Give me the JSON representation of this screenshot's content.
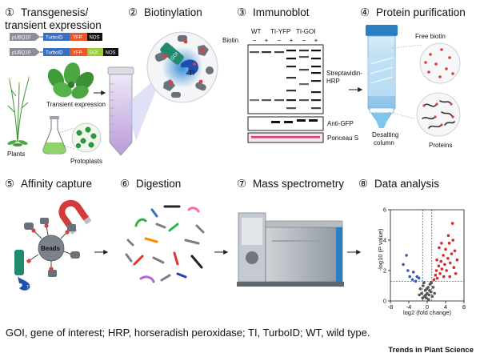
{
  "steps": {
    "s1": {
      "num": "①",
      "title_line1": "Transgenesis/",
      "title_line2": "transient expression"
    },
    "s2": {
      "num": "②",
      "title": "Biotinylation"
    },
    "s3": {
      "num": "③",
      "title": "Immunoblot"
    },
    "s4": {
      "num": "④",
      "title": "Protein purification"
    },
    "s5": {
      "num": "⑤",
      "title": "Affinity capture"
    },
    "s6": {
      "num": "⑥",
      "title": "Digestion"
    },
    "s7": {
      "num": "⑦",
      "title": "Mass spectrometry"
    },
    "s8": {
      "num": "⑧",
      "title": "Data analysis"
    }
  },
  "constructs": {
    "c1": {
      "promoter": "pUBQ10",
      "parts": [
        "TurboID",
        "YFP",
        "NOS"
      ]
    },
    "c2": {
      "promoter": "pUBQ10",
      "parts": [
        "TurboID",
        "YFP",
        "GOI",
        "NOS"
      ]
    }
  },
  "labels": {
    "transient": "Transient expression",
    "plants": "Plants",
    "protoplasts": "Protoplasts",
    "goi_tag": "GOI",
    "ti_tag": "TI",
    "biotin": "Biotin",
    "free_biotin": "Free biotin",
    "desalting_line1": "Desalting",
    "desalting_line2": "column",
    "proteins": "Proteins",
    "beads": "Beads",
    "bait": "Bait"
  },
  "blot": {
    "groups": [
      "WT",
      "TI-YFP",
      "TI-GOI"
    ],
    "lane_signs": [
      "−",
      "+",
      "−",
      "+",
      "−",
      "+"
    ],
    "strep_line1": "Streptavidin-",
    "strep_line2": "HRP",
    "antigfp": "Anti-GFP",
    "ponceau": "Ponceau S"
  },
  "chart_data": {
    "type": "scatter",
    "xlabel": "log2 (fold change)",
    "ylabel": "-log10 (P value)",
    "xlim": [
      -8,
      8
    ],
    "ylim": [
      0,
      6
    ],
    "xticks": [
      "-8",
      "-4",
      "0",
      "4",
      "8"
    ],
    "yticks": [
      "0",
      "2",
      "4",
      "6"
    ],
    "thresholds": {
      "x": [
        -1,
        1
      ],
      "y": 1.3
    },
    "series": [
      {
        "color": "#3b5ca8",
        "points": [
          [
            -5.2,
            2.4
          ],
          [
            -4.2,
            2.0
          ],
          [
            -3.8,
            1.6
          ],
          [
            -3.2,
            1.4
          ],
          [
            -2.5,
            1.3
          ],
          [
            -4.5,
            3.0
          ],
          [
            -2.2,
            1.6
          ],
          [
            -3.0,
            1.9
          ],
          [
            -1.8,
            1.5
          ]
        ]
      },
      {
        "color": "#555555",
        "points": [
          [
            -1.5,
            0.8
          ],
          [
            -1.2,
            0.5
          ],
          [
            -0.9,
            1.0
          ],
          [
            -0.6,
            0.3
          ],
          [
            -0.4,
            0.7
          ],
          [
            -0.2,
            0.2
          ],
          [
            0.0,
            0.5
          ],
          [
            0.2,
            0.9
          ],
          [
            0.4,
            0.4
          ],
          [
            0.6,
            1.1
          ],
          [
            0.8,
            0.6
          ],
          [
            1.1,
            0.3
          ],
          [
            1.3,
            0.9
          ],
          [
            -1.0,
            0.2
          ],
          [
            -0.7,
            1.2
          ],
          [
            0.3,
            0.1
          ],
          [
            -0.1,
            0.8
          ],
          [
            1.6,
            0.5
          ],
          [
            -1.7,
            0.4
          ],
          [
            0.9,
            1.2
          ],
          [
            -0.3,
            0.4
          ],
          [
            0.5,
            0.7
          ]
        ]
      },
      {
        "color": "#d42a2a",
        "points": [
          [
            1.5,
            1.4
          ],
          [
            1.8,
            1.7
          ],
          [
            2.0,
            2.0
          ],
          [
            2.2,
            1.5
          ],
          [
            2.5,
            2.3
          ],
          [
            2.8,
            1.8
          ],
          [
            3.0,
            2.6
          ],
          [
            3.2,
            2.1
          ],
          [
            3.5,
            3.0
          ],
          [
            3.8,
            2.4
          ],
          [
            4.0,
            3.4
          ],
          [
            4.2,
            2.0
          ],
          [
            4.5,
            2.8
          ],
          [
            4.8,
            3.8
          ],
          [
            5.0,
            2.5
          ],
          [
            5.3,
            3.1
          ],
          [
            5.6,
            4.0
          ],
          [
            5.8,
            2.2
          ],
          [
            6.0,
            3.3
          ],
          [
            6.2,
            1.8
          ],
          [
            5.5,
            5.1
          ],
          [
            4.6,
            4.3
          ],
          [
            3.6,
            1.6
          ],
          [
            2.6,
            3.5
          ],
          [
            6.5,
            2.7
          ],
          [
            2.1,
            2.7
          ],
          [
            3.1,
            3.8
          ],
          [
            4.9,
            1.6
          ]
        ]
      }
    ]
  },
  "caption": "GOI, gene of interest; HRP, horseradish peroxidase; TI, TurboID; WT, wild type.",
  "journal": "Trends in Plant Science",
  "colors": {
    "turboid": "#3a6ec0",
    "yfp": "#e7592c",
    "goi": "#9acd3c",
    "nos": "#111111",
    "bait": "#1f8a6e",
    "biotin": "#e23b3b",
    "magnet": "#d53a3a",
    "arrow": "#222222"
  }
}
